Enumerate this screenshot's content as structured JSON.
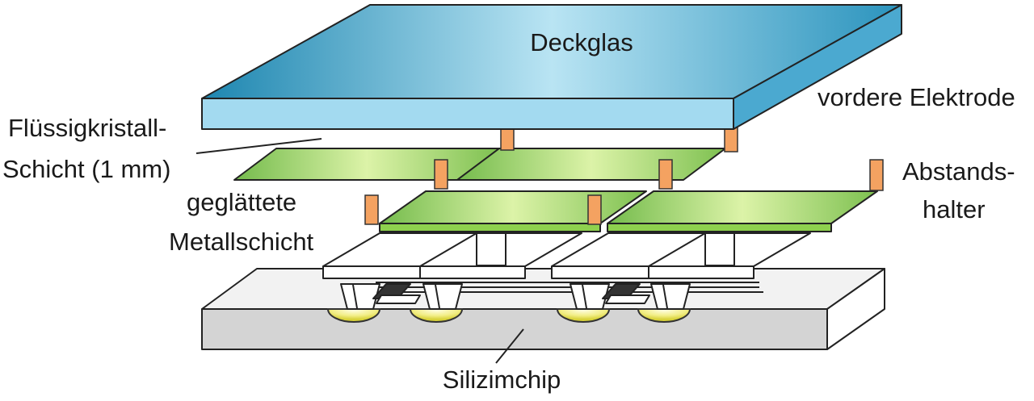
{
  "labels": {
    "deckglas": "Deckglas",
    "vordere_elektrode": "vordere Elektrode",
    "fluessigkristall_line1": "Flüssigkristall-",
    "fluessigkristall_line2": "Schicht (1 mm)",
    "geglaettete_line1": "geglättete",
    "geglaettete_line2": "Metallschicht",
    "abstandshalter_line1": "Abstands-",
    "abstandshalter_line2": "halter",
    "silizimchip": "Silizimchip"
  },
  "colors": {
    "glass_top_dark": "#1d86b0",
    "glass_top_light": "#b9e4f3",
    "glass_front": "#9fd8ef",
    "glass_side": "#4ba9d0",
    "metal_light": "#d6f0a3",
    "metal_dark": "#6fb848",
    "metal_front": "#8ed14e",
    "spacer": "#f4a261",
    "chip_top": "#efefef",
    "chip_front": "#d3d3d3",
    "bump": "#f1ee8c"
  }
}
